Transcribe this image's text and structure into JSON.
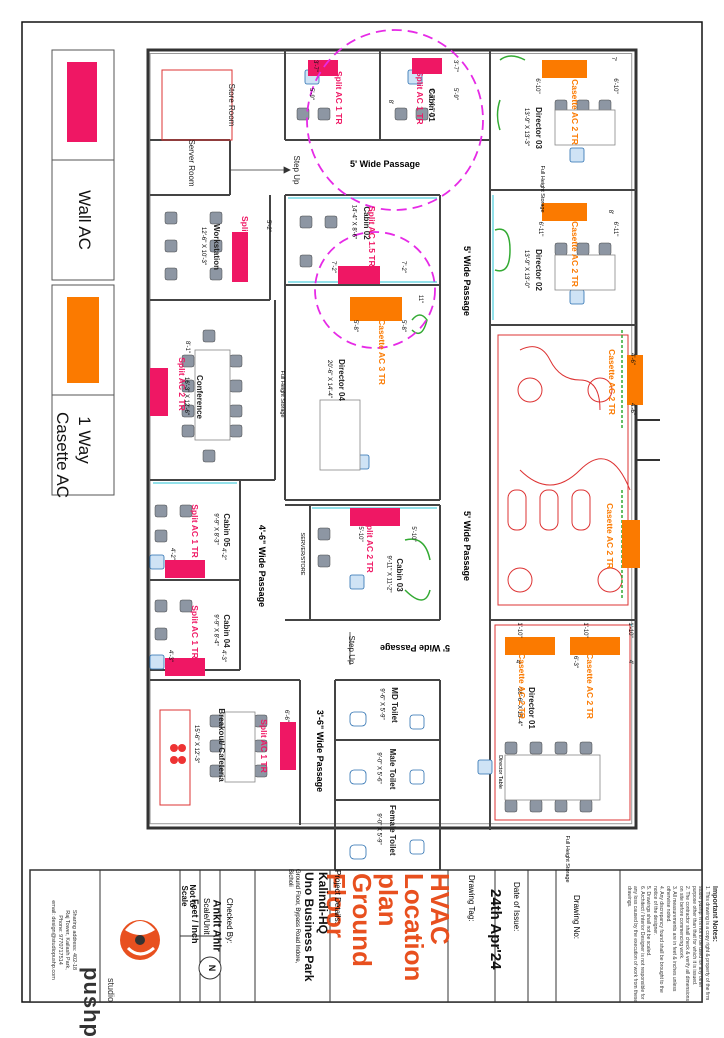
{
  "legend": {
    "wall_ac": {
      "label": "Wall AC",
      "color": "#ef1764"
    },
    "casette_ac": {
      "label_line1": "1 Way",
      "label_line2": "Casette AC",
      "color": "#fb7a00"
    }
  },
  "rooms": {
    "store_room": "Store Room",
    "server_room": "Server Room",
    "step_up_top": "Step Up",
    "passage_top": "5' Wide Passage",
    "passage_right_mid": "5' Wide Passage",
    "passage_right_low": "5' Wide Passage",
    "passage_bottom": "5' Wide Passage",
    "passage_left": "4'-6\" Wide Passage",
    "passage_lower_left": "3'-6\" Wide Passage",
    "step_up_bottom": "Step Up",
    "cabin01": {
      "name": "Cabin 01",
      "dim": "9'-7\" X 7'-1\""
    },
    "cabin02": {
      "name": "Cabin 02",
      "dim": "14'-4\" X 8'-6\""
    },
    "cabin03": {
      "name": "Cabin 03",
      "dim": "9'-11\" X 11'-2\""
    },
    "cabin04": {
      "name": "Cabin 04",
      "dim": "9'-9\" X 8'-4\""
    },
    "cabin05": {
      "name": "Cabin 05",
      "dim": "9'-9\" X 8'-3\""
    },
    "director01": {
      "name": "Director 01",
      "dim": "28'-6\" X 15'-4\""
    },
    "director02": {
      "name": "Director 02",
      "dim": "13'-9\" X 13'-0\""
    },
    "director03": {
      "name": "Director 03",
      "dim": "13'-9\" X 13'-3\""
    },
    "director04": {
      "name": "Director 04",
      "dim": "20'-6\" X 14'-4\""
    },
    "workstation": {
      "name": "Workstation",
      "dim": "12'-6\" X 10'-3\""
    },
    "conference": {
      "name": "Conference",
      "dim": "16'-3\" X 12'-6\""
    },
    "cafeteria": {
      "name": "Breakout/ Cafeteria",
      "dim": "15'-6\" X 12'-3\""
    },
    "md_toilet": {
      "name": "MD Toilet",
      "dim": "9'-6\" X 5'-9\""
    },
    "male_toilet": {
      "name": "Male Toilet",
      "dim": "9'-0\" X 5'-6\""
    },
    "female_toilet": {
      "name": "Female Toilet",
      "dim": "9'-0\" X 5'-9\""
    },
    "server_store": "SERVER/STORE",
    "full_height_storage_1": "Full Height Storage",
    "full_height_storage_2": "Full Height Storage",
    "full_height_storage_3": "Full Height Storage",
    "director_table": "Director Table"
  },
  "ac_units": {
    "split_cabin01_a": "Split AC 1 TR",
    "split_cabin01_b": "Split AC 1 TR",
    "split_cabin02": "Split AC 1.5 TR",
    "split_workstation": "Split AC 1.5 TR",
    "split_conference": "Split AC 2 TR",
    "split_cabin05": "Split AC 1 TR",
    "split_cabin04": "Split AC 1 TR",
    "split_cabin03": "Split AC 2 TR",
    "split_cafeteria": "Split AC 1 TR",
    "casette_dir03": "Casette AC 2 TR",
    "casette_dir02": "Casette AC 2 TR",
    "casette_dir04": "Casette AC 3 TR",
    "casette_lounge_a": "Casette AC 2 TR",
    "casette_lounge_b": "Casette AC 2 TR",
    "casette_dir01_a": "Casette AC 2 TR",
    "casette_dir01_b": "Casette AC 2 TR"
  },
  "dimensions": [
    "3'-7\"",
    "5'-9\"",
    "3'-7\"",
    "5'-9\"",
    "8'",
    "6'-10\"",
    "6'-10\"",
    "7'",
    "5'-2\"",
    "6'-11\"",
    "6'-11\"",
    "8'",
    "7'-2\"",
    "7'-2\"",
    "11\"",
    "5'-8\"",
    "5'-8\"",
    "8'-1\"",
    "4'-6\"",
    "4'-6\"",
    "5'-10\"",
    "5'-10\"",
    "4'-2\"",
    "4'-2\"",
    "4'-3\"",
    "4'-3\"",
    "6'-6\"",
    "1'-10\"",
    "1'-10\"",
    "1'-10\"",
    "4'",
    "6'-3\"",
    "4'"
  ],
  "title_block": {
    "important_notes_title": "Important Notes:",
    "important_notes": [
      "1. This drawing is a copy right & property of the firm studio pushp. It is not to be used for any other purpose other than that for which it is issued.",
      "2. The contractor shall check & verify all dimensions on site before commencing work.",
      "3. All measurements are in feet & inches unless otherwise noted.",
      "4. Any discrepancy found shall be brought to the notice of the designer.",
      "5. Drawings shall not be scaled.",
      "6. Architect / Interior Designer is not responsible for any loss caused by the execution of work from these drawings."
    ],
    "drawing_no_label": "Drawing No:",
    "date_label": "Date of Issue:",
    "date": "24th Apr'24",
    "drawing_tag_label": "Drawing Tag:",
    "drawing_tag_line1": "HVAC",
    "drawing_tag_line2": "Location",
    "drawing_tag_line3": "plan",
    "drawing_tag_line4": "Ground",
    "drawing_tag_line5": "Floor",
    "project_label": "Project Details:",
    "project_name_line1": "Kalindi-HQ",
    "project_name_line2": "Uno Business Park",
    "project_address_line1": "Ground Floor, Bypass Road Indore,",
    "project_address_line2": "Bicholi",
    "checked_label": "Checked By:",
    "checked_by": "Ankit Ahir",
    "scale_unit_label": "Scale/Unit",
    "scale_unit": "Feet / Inch",
    "not_to_scale": "Not to Scale",
    "north": "N",
    "studio_line1": "studio",
    "studio_line2": "pushp",
    "studio_address": [
      "Sharing address: 402-18",
      "Raj Tower, Kailash Park,",
      "Phone: 9770717514",
      "email: design@studiopushp.com"
    ]
  }
}
